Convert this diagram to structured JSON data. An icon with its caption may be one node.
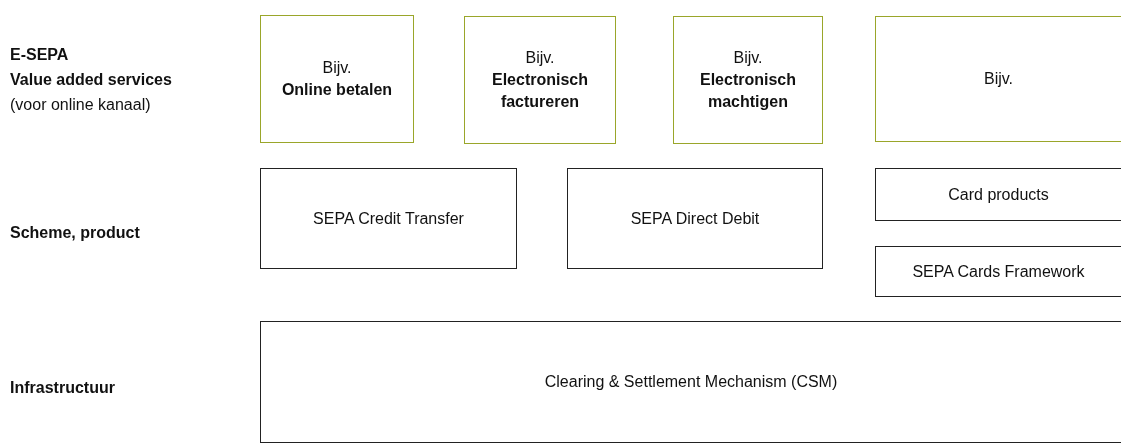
{
  "diagram": {
    "nodes": [
      {
        "text": [
          "Bijv.",
          "Online betalen"
        ]
      },
      {
        "text": [
          "Bijv.",
          "Electronisch factureren"
        ]
      },
      {
        "text": [
          "Bijv.",
          "Electronisch machtigen"
        ]
      },
      {
        "text": [
          "Bijv."
        ]
      },
      {
        "text": [
          "SEPA Credit Transfer"
        ]
      },
      {
        "text": [
          "SEPA Direct Debit"
        ]
      },
      {
        "text": [
          "Card products"
        ]
      },
      {
        "text": [
          "SEPA Cards Framework"
        ]
      },
      {
        "text": [
          "Clearing & Settlement Mechanism (CSM)"
        ]
      }
    ],
    "labels": [
      "E-SEPA",
      "Value added services",
      "(voor online kanaal)",
      "Scheme, product",
      "Infrastructuur"
    ]
  }
}
